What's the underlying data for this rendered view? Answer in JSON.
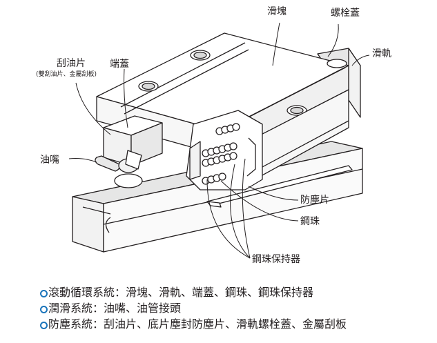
{
  "labels": {
    "slider": "滑塊",
    "rail_cap": "螺栓蓋",
    "rail": "滑軌",
    "scraper": "刮油片",
    "scraper_sub": "(雙刮油片、金屬刮板)",
    "end_cap": "端蓋",
    "grease_nipple": "油嘴",
    "dust_seal": "防塵片",
    "steel_ball": "鋼珠",
    "ball_retainer": "鋼珠保持器"
  },
  "legend": [
    {
      "text": "滾動循環系統：滑塊、滑軌、端蓋、鋼珠、鋼珠保持器"
    },
    {
      "text": "潤滑系統：油嘴、油管接頭"
    },
    {
      "text": "防塵系統：刮油片、底片塵封防塵片、滑軌螺栓蓋、金屬刮板"
    }
  ],
  "colors": {
    "line": "#231f20",
    "bullet": "#1b75bb",
    "fill": "#ffffff",
    "shade": "#d9d9d9"
  }
}
